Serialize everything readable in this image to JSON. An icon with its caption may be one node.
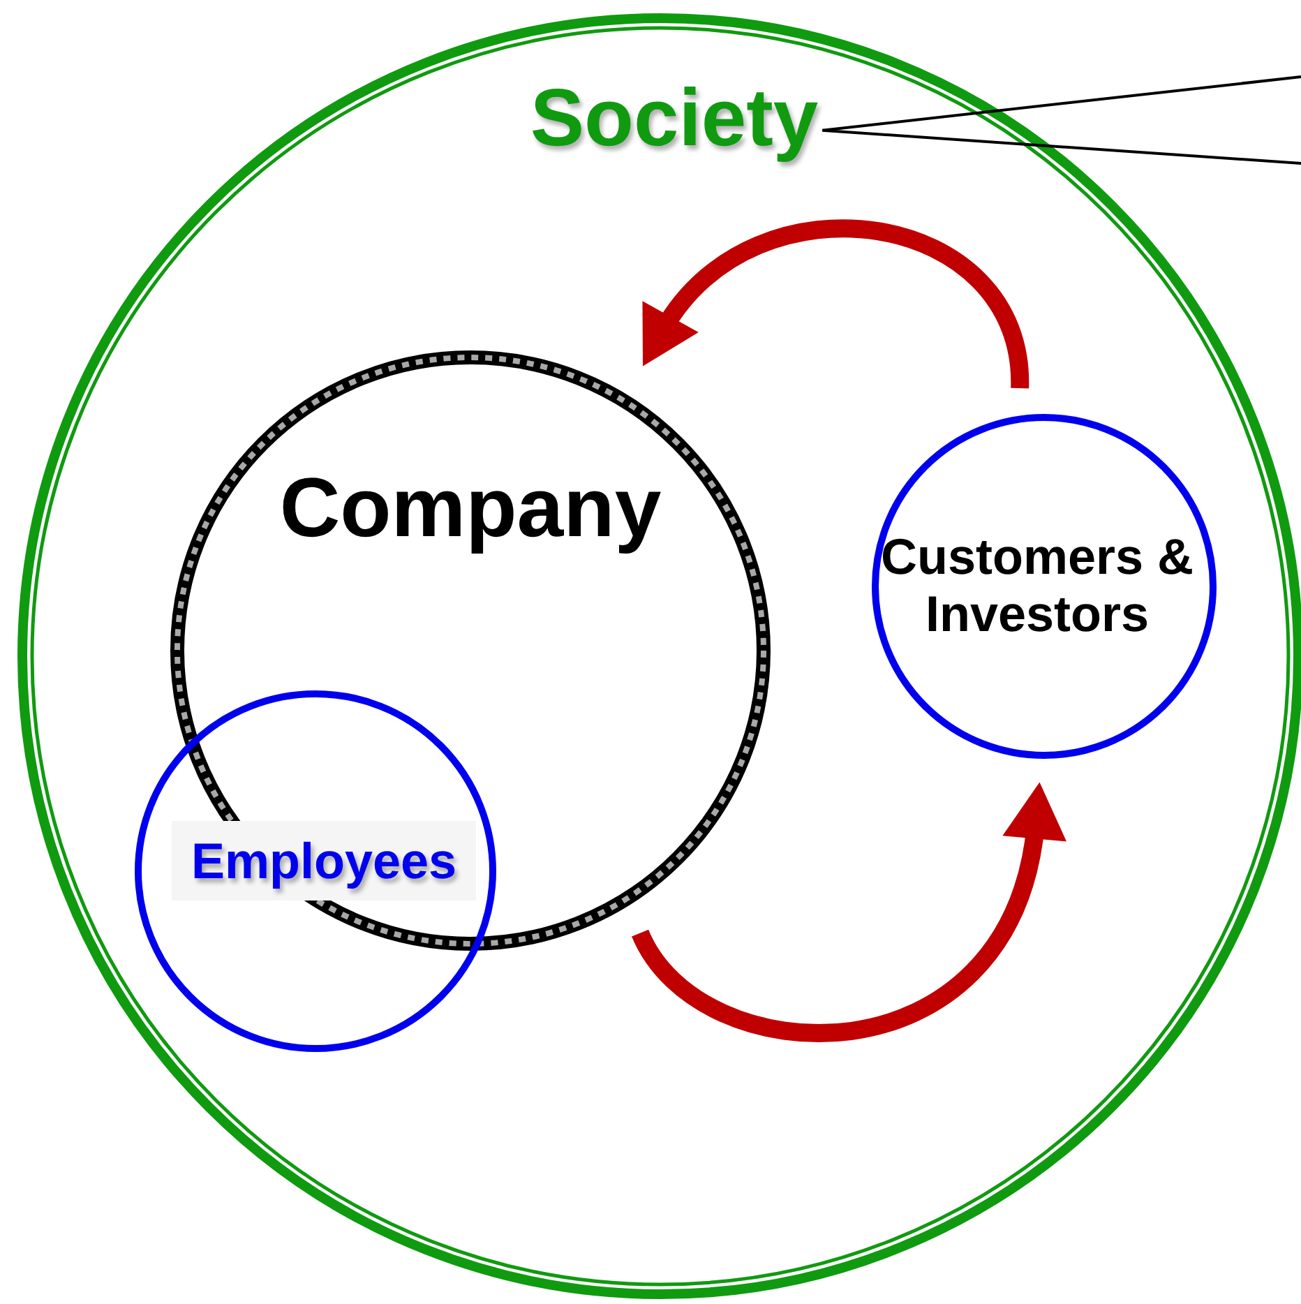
{
  "diagram": {
    "nodes": [
      {
        "text": [
          "Society"
        ]
      },
      {
        "text": [
          "Company"
        ],
        "in": 0
      },
      {
        "text": [
          "Employees"
        ],
        "in": 0
      },
      {
        "text": [
          "Customers & Investors"
        ],
        "in": 0
      }
    ],
    "edges": [
      {
        "from": 3,
        "to": 1,
        "arrow": "to",
        "style": "thick",
        "color": "#c00000"
      },
      {
        "from": 1,
        "to": 3,
        "arrow": "to",
        "style": "thick",
        "color": "#c00000"
      },
      {
        "from": 0,
        "to": null,
        "arrow": "none",
        "color": "#000000"
      },
      {
        "from": 0,
        "to": null,
        "arrow": "none",
        "color": "#000000"
      }
    ]
  }
}
